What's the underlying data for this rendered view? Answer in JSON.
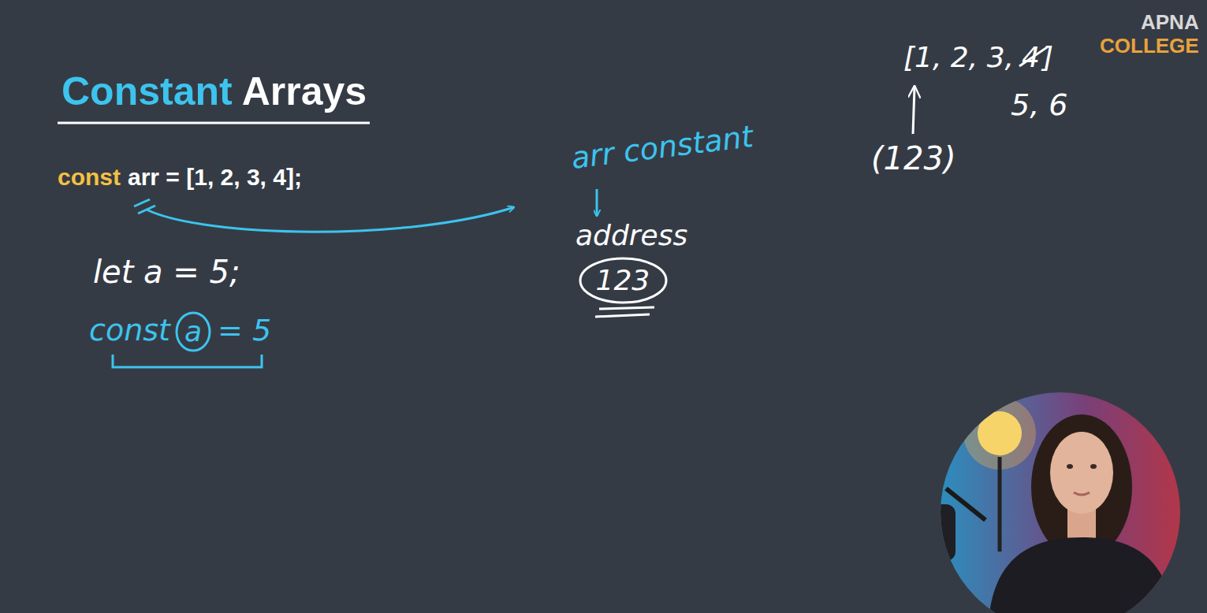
{
  "diagram": {
    "title": "Constant Arrays",
    "nodes": [
      {
        "text": [
          "a"
        ]
      },
      {
        "text": [
          "123"
        ]
      }
    ],
    "labels": [
      "APNA",
      "COLLEGE",
      "const",
      "arr = [1, 2, 3, 4];",
      "let a = 5;",
      "const",
      "= 5",
      "arr constant",
      "address",
      "[1, 2, 3,",
      "4",
      "]",
      "5, 6",
      "(123)"
    ]
  }
}
